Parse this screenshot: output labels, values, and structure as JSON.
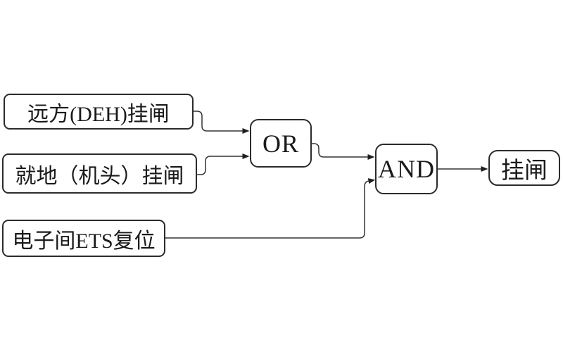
{
  "diagram": {
    "background_color": "#ffffff",
    "line_color": "#333333",
    "box_border_color": "#2b2b2b",
    "text_color": "#1a1a1a",
    "nodes": {
      "input_remote": {
        "label": "远方(DEH)挂闸",
        "type": "input"
      },
      "input_local": {
        "label": "就地（机头）挂闸",
        "type": "input"
      },
      "input_ets": {
        "label": "电子间ETS复位",
        "type": "input"
      },
      "gate_or": {
        "label": "OR",
        "type": "logic-gate"
      },
      "gate_and": {
        "label": "AND",
        "type": "logic-gate"
      },
      "output": {
        "label": "挂闸",
        "type": "output"
      }
    },
    "connections": [
      {
        "from": "input_remote",
        "to": "gate_or"
      },
      {
        "from": "input_local",
        "to": "gate_or"
      },
      {
        "from": "gate_or",
        "to": "gate_and"
      },
      {
        "from": "input_ets",
        "to": "gate_and"
      },
      {
        "from": "gate_and",
        "to": "output"
      }
    ]
  }
}
